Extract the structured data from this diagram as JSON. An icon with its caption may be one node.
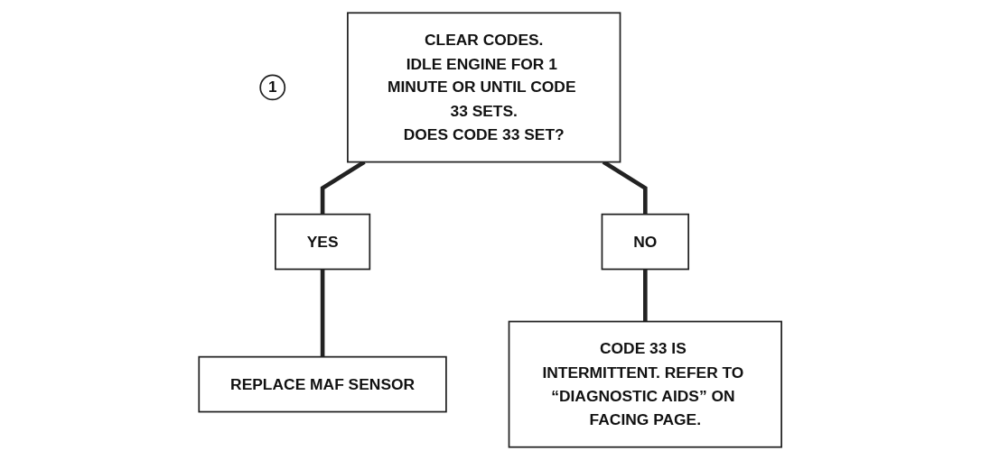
{
  "diagram": {
    "nodes": [
      {
        "text": [
          "1"
        ]
      },
      {
        "text": [
          "CLEAR CODES.",
          "IDLE ENGINE FOR 1 MINUTE OR UNTIL CODE 33 SETS.",
          "DOES CODE 33 SET?"
        ]
      },
      {
        "text": [
          "YES"
        ]
      },
      {
        "text": [
          "NO"
        ]
      },
      {
        "text": [
          "REPLACE MAF SENSOR"
        ]
      },
      {
        "text": [
          "CODE 33 IS INTERMITTENT. REFER TO “DIAGNOSTIC AIDS” ON FACING PAGE."
        ]
      }
    ],
    "edges": [
      {
        "from": 1,
        "to": 2,
        "arrow": "none"
      },
      {
        "from": 1,
        "to": 3,
        "arrow": "none"
      },
      {
        "from": 2,
        "to": 4,
        "arrow": "none"
      },
      {
        "from": 3,
        "to": 5,
        "arrow": "none"
      }
    ]
  }
}
